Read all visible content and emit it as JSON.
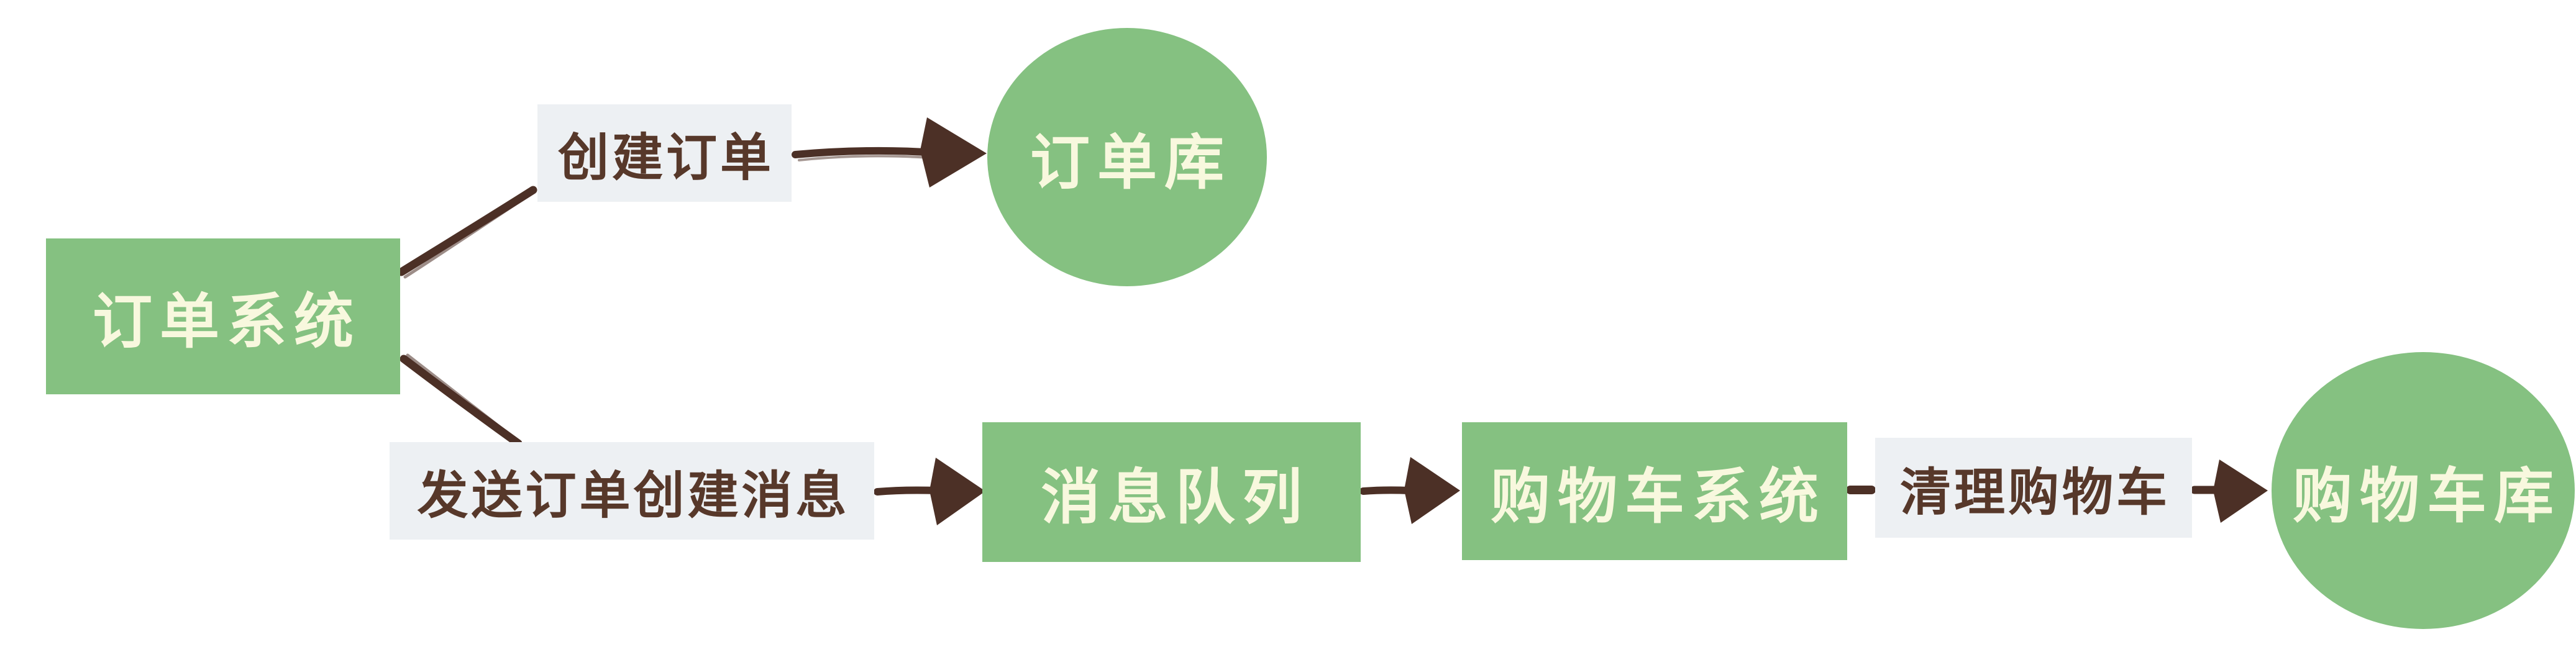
{
  "diagram": {
    "type": "flowchart",
    "direction": "left-to-right",
    "style": "hand-drawn",
    "nodes": [
      {
        "id": "order-system",
        "shape": "rect",
        "label": "订单系统"
      },
      {
        "id": "order-db",
        "shape": "circle",
        "label": "订单库"
      },
      {
        "id": "message-queue",
        "shape": "rect",
        "label": "消息队列"
      },
      {
        "id": "cart-system",
        "shape": "rect",
        "label": "购物车系统"
      },
      {
        "id": "cart-db",
        "shape": "circle",
        "label": "购物车库"
      }
    ],
    "edges": [
      {
        "from": "order-system",
        "to": "order-db",
        "label": "创建订单"
      },
      {
        "from": "order-system",
        "to": "message-queue",
        "label": "发送订单创建消息"
      },
      {
        "from": "message-queue",
        "to": "cart-system",
        "label": ""
      },
      {
        "from": "cart-system",
        "to": "cart-db",
        "label": "清理购物车"
      }
    ]
  },
  "colors": {
    "node_fill": "#85c181",
    "node_text": "#f8f8de",
    "arrow_ink": "#4c3026",
    "edge_label_bg": "#edf0f3",
    "edge_label_text": "#57382a",
    "background": "#ffffff"
  }
}
